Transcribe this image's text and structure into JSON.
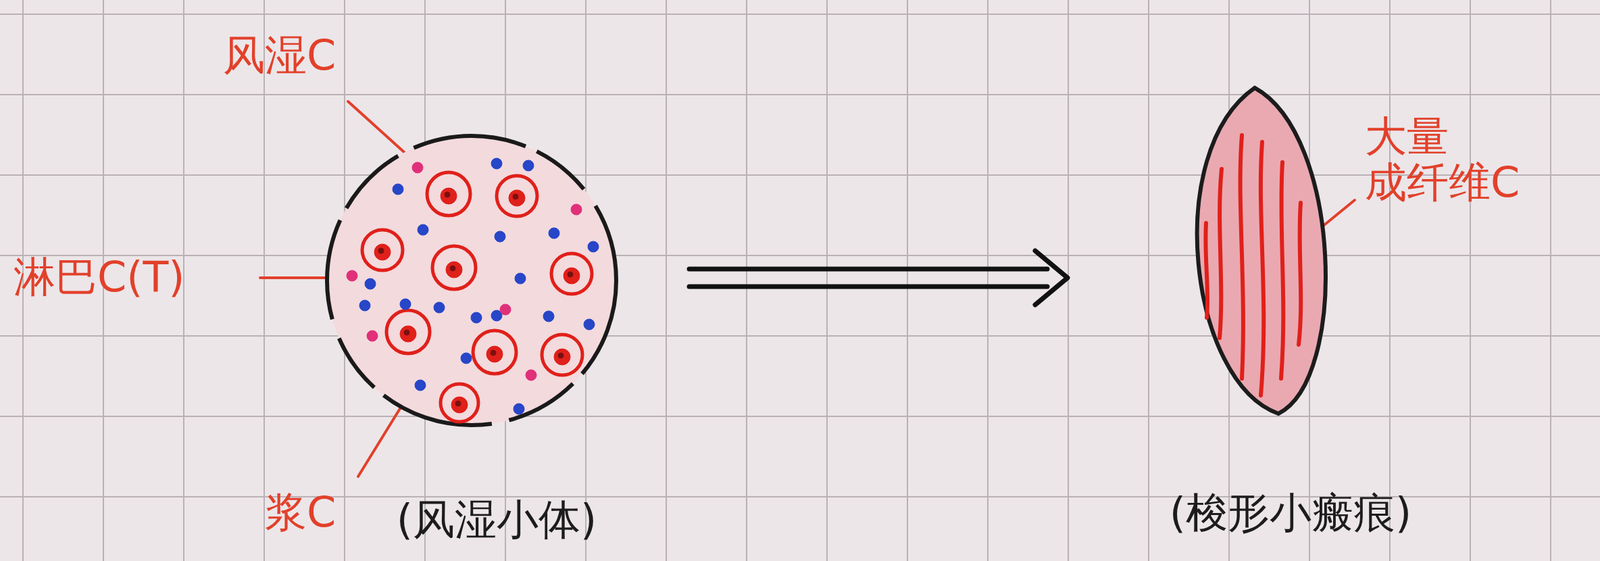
{
  "diagram": {
    "nodes": [
      {
        "text": [
          "(风湿小体)"
        ]
      },
      {
        "text": [
          "(梭形小瘢痕)"
        ]
      }
    ],
    "edges": [
      {
        "from": 0,
        "to": 1,
        "arrow": "to"
      }
    ],
    "labels": [
      "风湿C",
      "淋巴C(T)",
      "浆C",
      "大量 成纤维C"
    ]
  }
}
